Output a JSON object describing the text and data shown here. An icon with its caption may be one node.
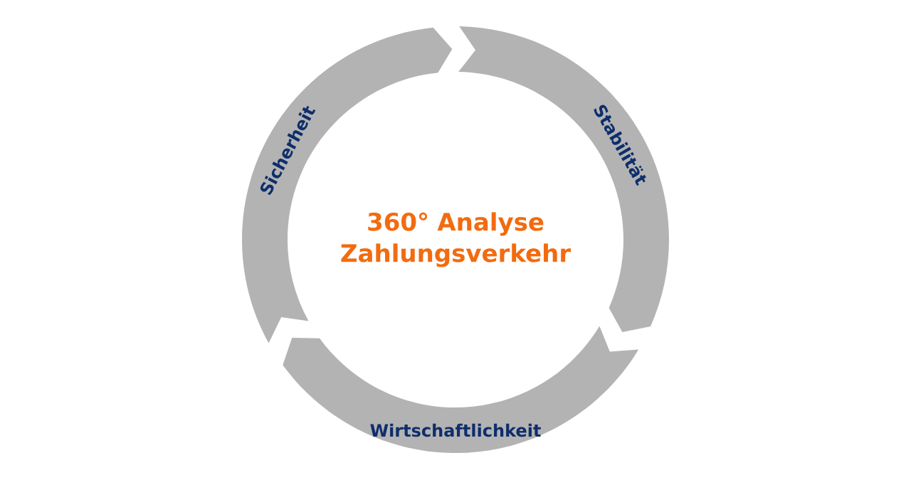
{
  "diagram": {
    "nodes": [
      {
        "text": [
          "Sicherheit"
        ]
      },
      {
        "text": [
          "Stabilität"
        ]
      },
      {
        "text": [
          "Wirtschaftlichkeit"
        ]
      }
    ],
    "labels": [
      "360° Analyse Zahlungsverkehr"
    ]
  }
}
